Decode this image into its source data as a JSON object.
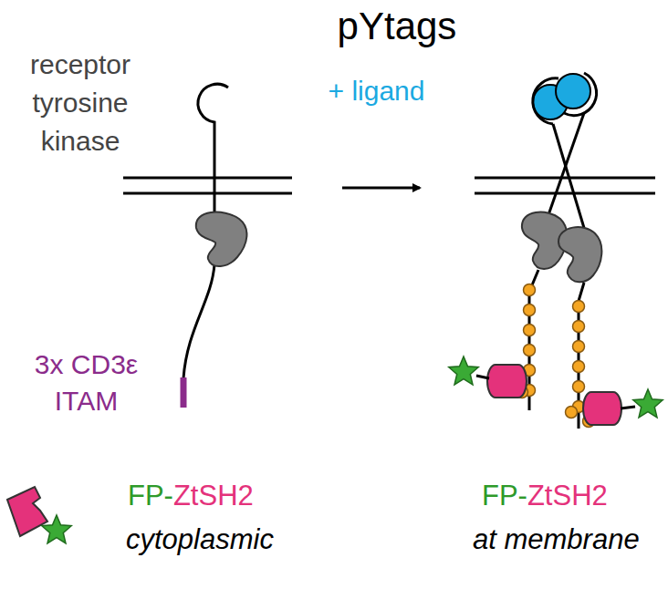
{
  "diagram": {
    "title": "pYtags",
    "labels": [
      "receptor tyrosine kinase",
      "+ ligand",
      "3x CD3ε ITAM",
      "FP-",
      "ZtSH2",
      "cytoplasmic",
      "FP-",
      "ZtSH2",
      "at membrane"
    ]
  }
}
